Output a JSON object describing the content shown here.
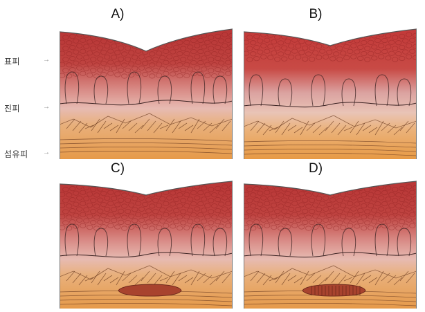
{
  "panels": [
    {
      "label": "A)",
      "variant": "normal"
    },
    {
      "label": "B)",
      "variant": "thinned"
    },
    {
      "label": "C)",
      "variant": "lesion"
    },
    {
      "label": "D)",
      "variant": "lesion-ribbed"
    }
  ],
  "layers": [
    {
      "label": "표피",
      "arrow": "→"
    },
    {
      "label": "진피",
      "arrow": "→"
    },
    {
      "label": "섬유피",
      "arrow": "→"
    }
  ],
  "colors": {
    "epidermis": "#b93a3a",
    "dermis": "#d98c87",
    "fibrous": "#e9a35a",
    "lesion": "#a8432e"
  }
}
